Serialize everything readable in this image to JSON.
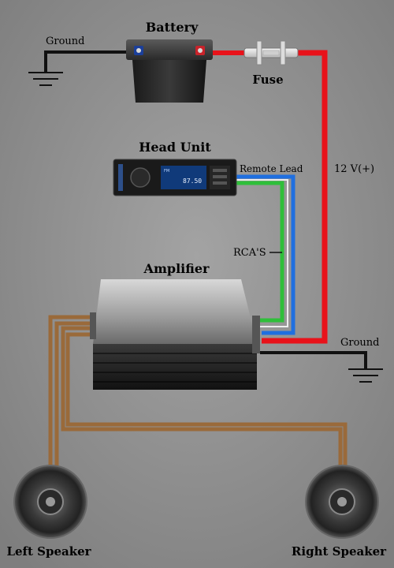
{
  "labels": {
    "battery": "Battery",
    "fuse": "Fuse",
    "ground_top": "Ground",
    "head_unit": "Head Unit",
    "remote_lead": "Remote Lead",
    "voltage": "12 V(+)",
    "rcas": "RCA'S",
    "amplifier": "Amplifier",
    "ground_right": "Ground",
    "left_speaker": "Left Speaker",
    "right_speaker": "Right Speaker"
  },
  "head_unit_display": {
    "frequency": "87.50",
    "band": "FM"
  },
  "wire_colors": {
    "power": "#e8121a",
    "remote": "#1f6fe0",
    "rca": "#2fbf3a",
    "ground": "#111111",
    "speaker": "#9a6a3a"
  }
}
